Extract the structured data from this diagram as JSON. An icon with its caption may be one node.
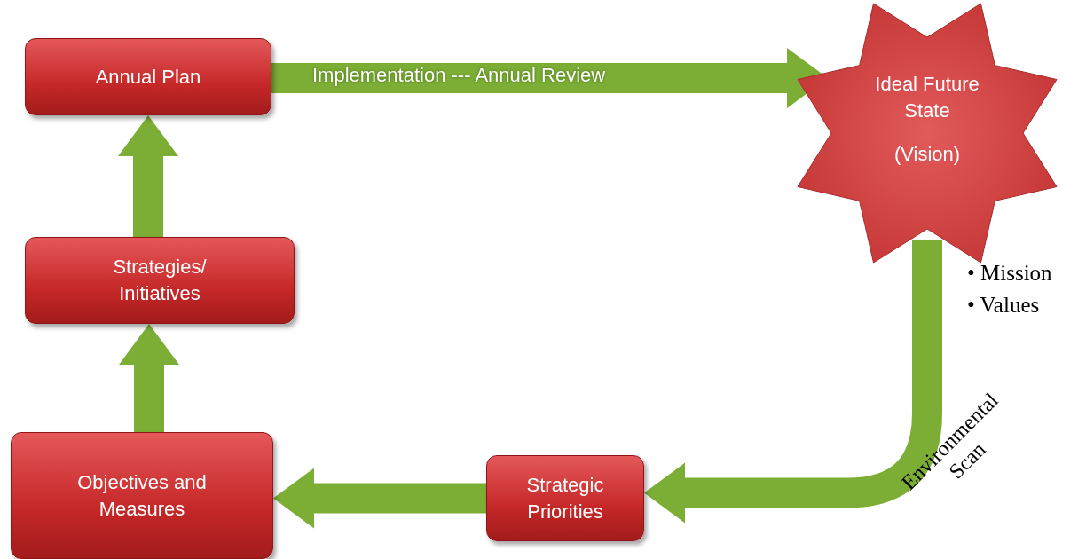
{
  "diagram": {
    "nodes": [
      {
        "text": [
          "Annual Plan"
        ]
      },
      {
        "text": [
          "Ideal Future State",
          "(Vision)"
        ]
      },
      {
        "text": [
          "Strategies/ Initiatives"
        ]
      },
      {
        "text": [
          "Objectives and Measures"
        ]
      },
      {
        "text": [
          "Strategic Priorities"
        ]
      }
    ],
    "edges": [
      {
        "from": 0,
        "to": 1,
        "arrow": "to",
        "label": "Implementation --- Annual Review"
      },
      {
        "from": 1,
        "to": 4,
        "arrow": "to",
        "label": "Environmental Scan"
      },
      {
        "from": 4,
        "to": 3,
        "arrow": "to"
      },
      {
        "from": 3,
        "to": 2,
        "arrow": "to"
      },
      {
        "from": 2,
        "to": 0,
        "arrow": "to"
      }
    ],
    "labels": [
      "• Mission",
      "• Values"
    ]
  }
}
